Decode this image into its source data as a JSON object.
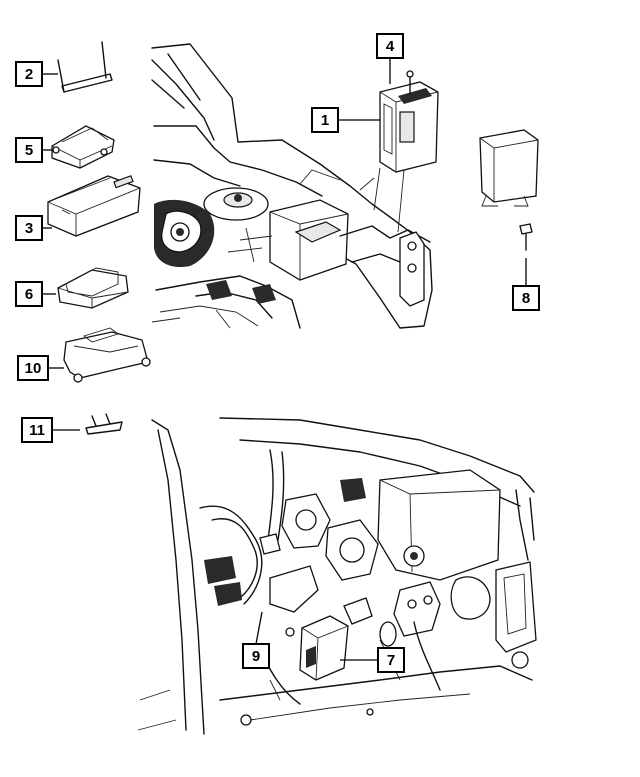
{
  "diagram": {
    "callouts": {
      "c1": "1",
      "c2": "2",
      "c3": "3",
      "c4": "4",
      "c5": "5",
      "c6": "6",
      "c7": "7",
      "c8": "8",
      "c9": "9",
      "c10": "10",
      "c11": "11"
    },
    "parts": [
      {
        "id": "engine-control-module",
        "callout": "1"
      },
      {
        "id": "bracket-part-2",
        "callout": "2"
      },
      {
        "id": "module-part-3",
        "callout": "3"
      },
      {
        "id": "screw-part-4",
        "callout": "4"
      },
      {
        "id": "module-part-5",
        "callout": "5"
      },
      {
        "id": "module-part-6",
        "callout": "6"
      },
      {
        "id": "module-part-7",
        "callout": "7"
      },
      {
        "id": "bolt-part-8",
        "callout": "8"
      },
      {
        "id": "module-part-9",
        "callout": "9"
      },
      {
        "id": "bracket-part-10",
        "callout": "10"
      },
      {
        "id": "clip-part-11",
        "callout": "11"
      }
    ]
  }
}
